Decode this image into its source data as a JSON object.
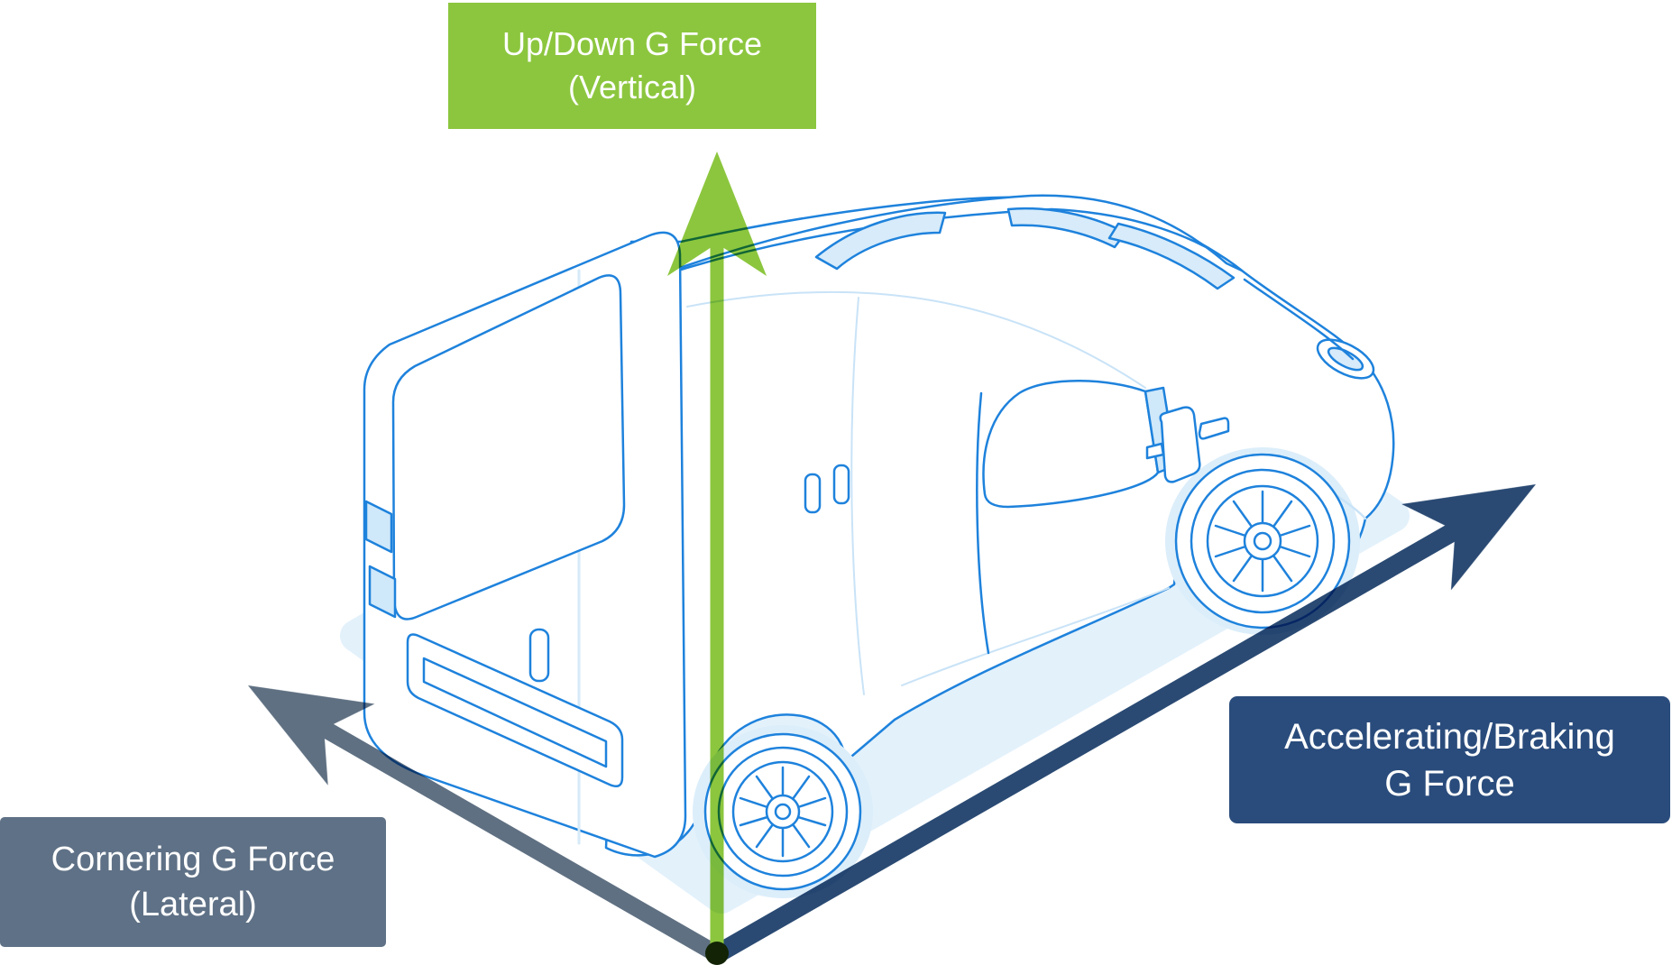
{
  "diagram": {
    "subject": "delivery-van-isometric-g-force-axes",
    "labels": {
      "vertical": {
        "line1": "Up/Down G Force",
        "line2": "(Vertical)"
      },
      "longitudinal": {
        "line1": "Accelerating/Braking",
        "line2": "G Force"
      },
      "lateral": {
        "line1": "Cornering G Force",
        "line2": "(Lateral)"
      }
    },
    "colors": {
      "vertical_accent": "#8CC63E",
      "longitudinal_accent": "#2A4C7C",
      "longitudinal_arrow": "#2A4A73",
      "lateral_accent": "#5F7186",
      "lateral_arrow": "#5F7082",
      "van_line": "#1E82DC",
      "van_tint": "#DCEEFA",
      "origin_dot": "#122405"
    }
  }
}
